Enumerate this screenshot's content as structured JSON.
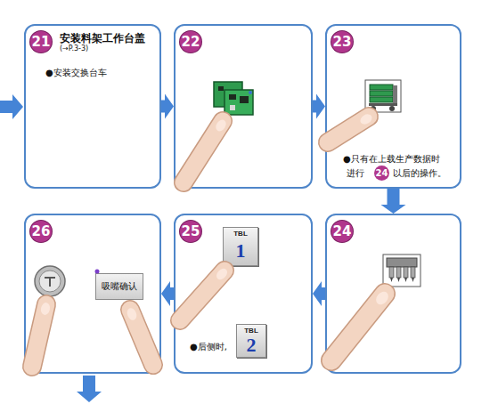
{
  "diagram": {
    "nodes": [
      {
        "text": [
          "21",
          "安装料架工作台盖",
          "(→P.3-3)",
          "●安装交换台车"
        ]
      },
      {
        "text": [
          "22"
        ]
      },
      {
        "text": [
          "23",
          "●只有在上载生产数据时",
          "进行",
          "24",
          "以后的操作。"
        ]
      },
      {
        "text": [
          "24"
        ]
      },
      {
        "text": [
          "25",
          "TBL",
          "1",
          "●后侧时,",
          "TBL",
          "2"
        ]
      },
      {
        "text": [
          "26",
          "吸嘴确认"
        ]
      }
    ],
    "edges": [
      {
        "from": 0,
        "to": 1,
        "arrow": "to"
      },
      {
        "from": 1,
        "to": 2,
        "arrow": "to"
      },
      {
        "from": 2,
        "to": 3,
        "arrow": "to"
      },
      {
        "from": 3,
        "to": 4,
        "arrow": "to"
      },
      {
        "from": 4,
        "to": 5,
        "arrow": "to"
      }
    ]
  }
}
